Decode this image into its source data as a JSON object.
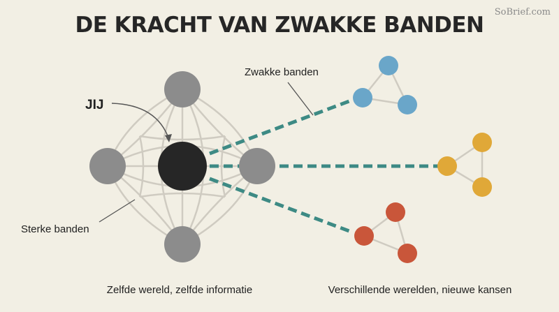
{
  "title": "DE KRACHT VAN ZWAKKE BANDEN",
  "watermark": "SoBrief.com",
  "labels": {
    "you": "JIJ",
    "weak_ties": "Zwakke banden",
    "strong_ties": "Sterke banden",
    "left_caption": "Zelfde wereld, zelfde informatie",
    "right_caption": "Verschillende werelden, nieuwe kansen"
  },
  "colors": {
    "background": "#f2efe4",
    "center_node": "#262626",
    "strong_node": "#8c8c8c",
    "strong_tie": "#cfcbc1",
    "weak_tie": "#3d8a84",
    "cluster_blue": "#6aa6c9",
    "cluster_yellow": "#e0a838",
    "cluster_red": "#c9563a"
  },
  "clusters": [
    {
      "name": "blue-cluster",
      "color": "cluster_blue"
    },
    {
      "name": "yellow-cluster",
      "color": "cluster_yellow"
    },
    {
      "name": "red-cluster",
      "color": "cluster_red"
    }
  ]
}
